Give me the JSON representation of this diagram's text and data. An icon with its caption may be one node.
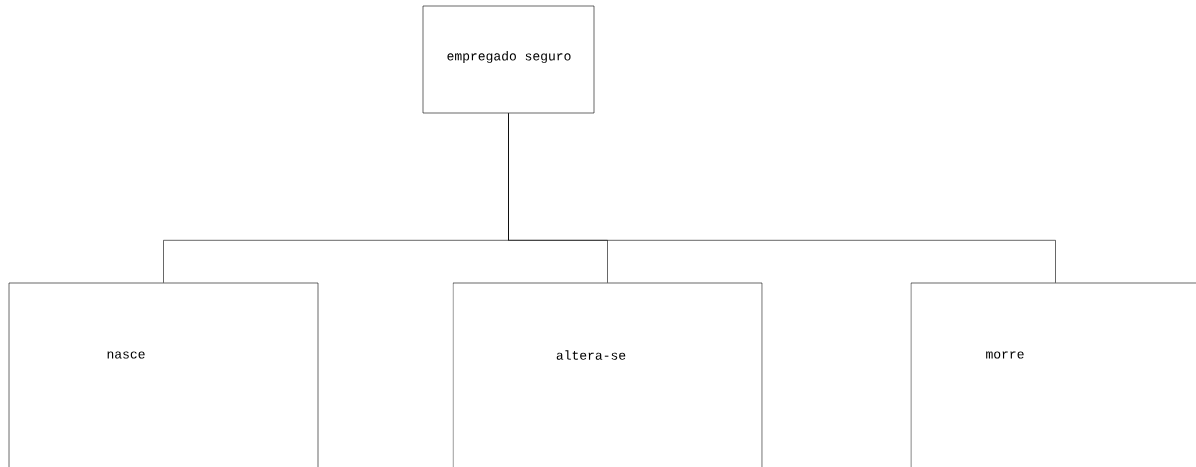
{
  "diagram": {
    "nodes": [
      {
        "text": [
          "empregado seguro"
        ]
      },
      {
        "text": [
          "nasce"
        ]
      },
      {
        "text": [
          "altera-se"
        ]
      },
      {
        "text": [
          "morre"
        ]
      }
    ],
    "edges": [
      {
        "from": 0,
        "to": 1,
        "arrow": "none"
      },
      {
        "from": 0,
        "to": 2,
        "arrow": "none"
      },
      {
        "from": 0,
        "to": 3,
        "arrow": "none"
      }
    ]
  }
}
